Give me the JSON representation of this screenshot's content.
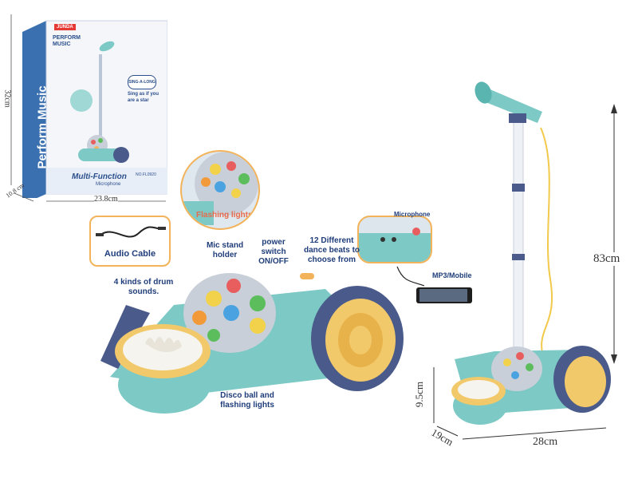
{
  "box": {
    "brand": "JUNDA",
    "side_title": "Perform Music",
    "front_title_small": "PERFORM MUSIC",
    "front_main": "Multi-Function",
    "front_sub": "Microphone",
    "model_no": "NO.FL0920",
    "sing_badge": "SING-A-LONG",
    "slogan": "Sing as if you are a star",
    "width_label": "23.8cm",
    "height_label": "32cm",
    "depth_label": "10.8 cm"
  },
  "callouts": {
    "audio_cable": "Audio Cable",
    "flashing_lights": "Flashing lights",
    "microphone": "Microphone",
    "mp3": "MP3/Mobile"
  },
  "features": {
    "mic_holder": "Mic stand holder",
    "power": "power switch ON/OFF",
    "beats": "12 Different dance beats to choose from",
    "drums": "4 kinds of drum sounds.",
    "disco": "Disco ball and flashing lights"
  },
  "dimensions": {
    "stand_height": "83cm",
    "base_height": "9.5cm",
    "base_depth": "19cm",
    "base_width": "28cm"
  },
  "colors": {
    "teal": "#7cc9c5",
    "navy": "#4a5a8a",
    "orange": "#f2b35a",
    "box_blue": "#3a6fb0"
  }
}
